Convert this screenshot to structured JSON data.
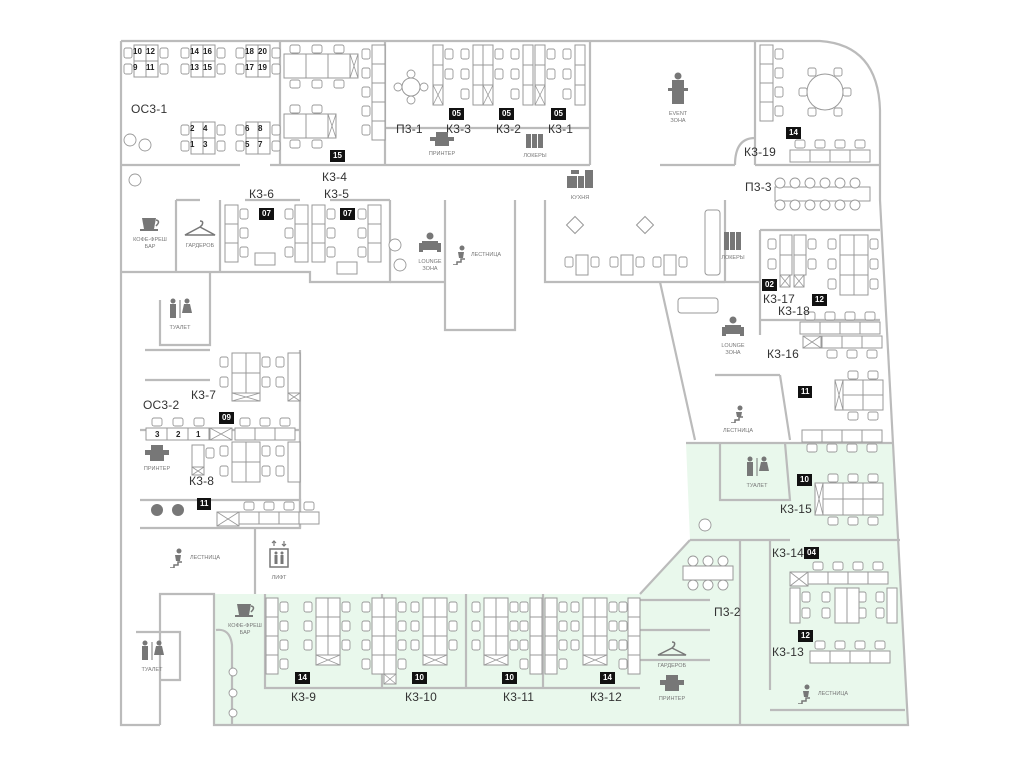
{
  "floor_plan": {
    "highlight_color": "#e9f8ec",
    "zones": [
      {
        "id": "oc3-1",
        "label": "ОС3-1"
      },
      {
        "id": "k3-4",
        "label": "К3-4",
        "badge": "15"
      },
      {
        "id": "p3-1",
        "label": "П3-1"
      },
      {
        "id": "k3-3",
        "label": "К3-3",
        "badge": "05"
      },
      {
        "id": "k3-2",
        "label": "К3-2",
        "badge": "05"
      },
      {
        "id": "k3-1",
        "label": "К3-1",
        "badge": "05"
      },
      {
        "id": "k3-19",
        "label": "К3-19",
        "badge": "14"
      },
      {
        "id": "p3-3",
        "label": "П3-3"
      },
      {
        "id": "k3-6",
        "label": "К3-6",
        "badge": "07"
      },
      {
        "id": "k3-5",
        "label": "К3-5",
        "badge": "07"
      },
      {
        "id": "k3-17",
        "label": "К3-17",
        "badge": "02"
      },
      {
        "id": "k3-18",
        "label": "К3-18",
        "badge": "12"
      },
      {
        "id": "k3-16",
        "label": "К3-16",
        "badge": "11"
      },
      {
        "id": "oc3-2",
        "label": "ОС3-2"
      },
      {
        "id": "k3-7",
        "label": "К3-7",
        "badge": "09"
      },
      {
        "id": "k3-8",
        "label": "К3-8",
        "badge": "11"
      },
      {
        "id": "k3-15",
        "label": "К3-15",
        "badge": "10"
      },
      {
        "id": "k3-14",
        "label": "К3-14",
        "badge": "04"
      },
      {
        "id": "p3-2",
        "label": "П3-2"
      },
      {
        "id": "k3-13",
        "label": "К3-13",
        "badge": "12"
      },
      {
        "id": "k3-9",
        "label": "К3-9",
        "badge": "14"
      },
      {
        "id": "k3-10",
        "label": "К3-10",
        "badge": "10"
      },
      {
        "id": "k3-11",
        "label": "К3-11",
        "badge": "10"
      },
      {
        "id": "k3-12",
        "label": "К3-12",
        "badge": "14"
      }
    ],
    "oc3_1_seats": [
      "10",
      "12",
      "9",
      "11",
      "14",
      "16",
      "13",
      "15",
      "18",
      "20",
      "17",
      "19",
      "2",
      "4",
      "1",
      "3",
      "6",
      "8",
      "5",
      "7"
    ],
    "oc3_2_seats": [
      "3",
      "2",
      "1"
    ],
    "amenities": {
      "printer": "ПРИНТЕР",
      "lockers": "ЛОКЕРЫ",
      "kitchen": "КУХНЯ",
      "event_line1": "EVENT",
      "event_line2": "ЗОНА",
      "coffee_line1": "КОФЕ-ФРЕШ",
      "coffee_line2": "БАР",
      "wardrobe": "ГАРДЕРОБ",
      "lounge_line1": "LOUNGE",
      "lounge_line2": "ЗОНА",
      "stairs": "ЛЕСТНИЦА",
      "toilet": "ТУАЛЕТ",
      "elevator": "ЛИФТ"
    }
  }
}
